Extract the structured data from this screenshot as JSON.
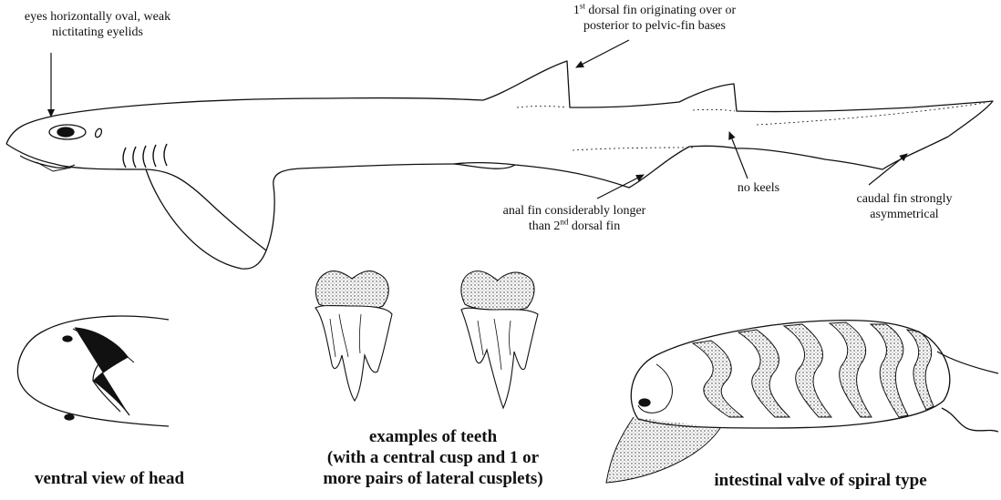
{
  "labels": {
    "eyes": [
      "eyes horizontally oval, weak",
      "nictitating eyelids"
    ],
    "dorsal1": {
      "pre": "1",
      "sup": "st",
      "line1_rest": " dorsal fin originating over or",
      "line2": "posterior to pelvic-fin bases"
    },
    "anal": {
      "line1": "anal fin considerably longer",
      "line2_pre": "than 2",
      "sup": "nd",
      "line2_post": " dorsal fin"
    },
    "keels": "no keels",
    "caudal": [
      "caudal fin strongly",
      "asymmetrical"
    ]
  },
  "captions": {
    "ventral_head": "ventral view of head",
    "teeth": [
      "examples of teeth",
      "(with a central cusp and 1 or",
      "more pairs of lateral cusplets)"
    ],
    "valve": "intestinal valve of spiral type"
  }
}
